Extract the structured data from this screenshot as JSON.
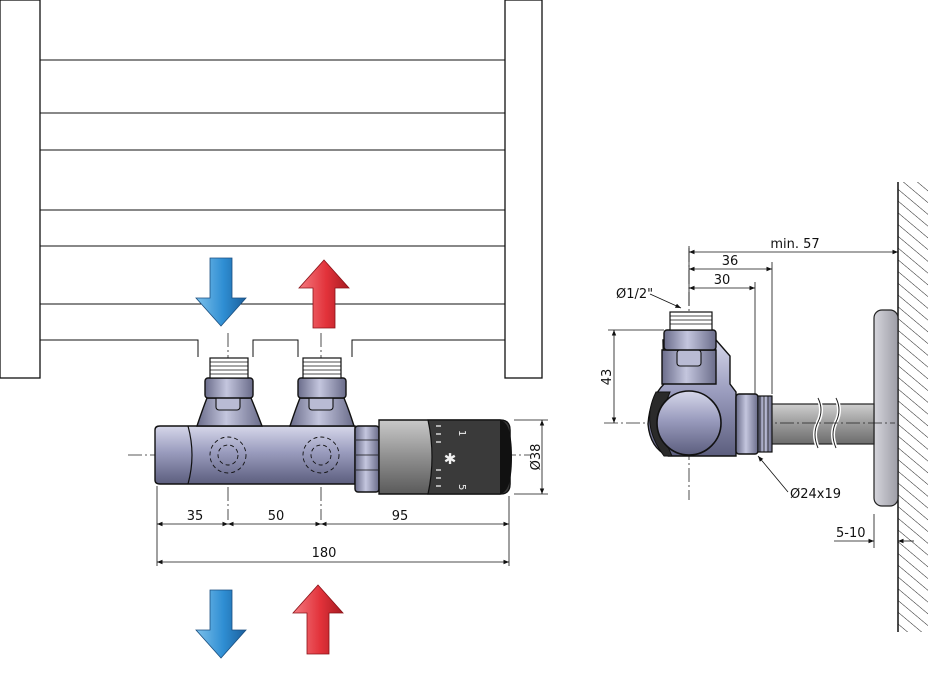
{
  "front_view": {
    "dimensions": {
      "d1": "35",
      "d2": "50",
      "d3": "95",
      "total": "180",
      "diameter": "Ø38"
    },
    "knob_scale": {
      "top": "1",
      "symbol": "✱",
      "bottom": "5"
    }
  },
  "side_view": {
    "dimensions": {
      "min": "min. 57",
      "d36": "36",
      "d30": "30",
      "thread": "Ø1/2\"",
      "height": "43",
      "pipe": "Ø24x19",
      "wall_gap": "5-10"
    }
  },
  "colors": {
    "flow_in": "#2f8ed3",
    "flow_out": "#e2323a",
    "metal": "#9a9cbe",
    "knob": "#8f8f8f",
    "knob_dark": "#3a3a3a",
    "rosette": "#b5b5be"
  }
}
